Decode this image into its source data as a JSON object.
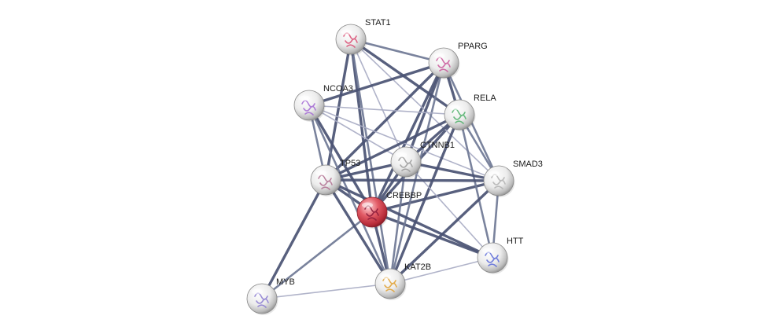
{
  "network": {
    "query_protein": "CREBBP",
    "colors": {
      "edge_strong": "#4a5273",
      "edge_medium": "#6f7895",
      "edge_weak": "#a9adc4",
      "query_node": "#d9434f",
      "node": "#e9e9e9",
      "label": "#1a1a1a"
    },
    "nodes": [
      {
        "id": "STAT1",
        "label": "STAT1",
        "query": false,
        "structure": "protein-structure-icon",
        "structure_color": "#d94d73"
      },
      {
        "id": "PPARG",
        "label": "PPARG",
        "query": false,
        "structure": "protein-structure-icon",
        "structure_color": "#c9579a"
      },
      {
        "id": "NCOA3",
        "label": "NCOA3",
        "query": false,
        "structure": "protein-structure-icon",
        "structure_color": "#a36ad4"
      },
      {
        "id": "RELA",
        "label": "RELA",
        "query": false,
        "structure": "protein-structure-icon",
        "structure_color": "#4fb06a"
      },
      {
        "id": "CTNNB1",
        "label": "CTNNB1",
        "query": false,
        "structure": "protein-structure-icon",
        "structure_color": "#9a9a9a"
      },
      {
        "id": "SMAD3",
        "label": "SMAD3",
        "query": false,
        "structure": "protein-structure-icon",
        "structure_color": "#b2b2b2"
      },
      {
        "id": "TP53",
        "label": "TP53",
        "query": false,
        "structure": "protein-structure-icon",
        "structure_color": "#b07090"
      },
      {
        "id": "CREBBP",
        "label": "CREBBP",
        "query": true,
        "structure": "protein-structure-icon",
        "structure_color": "#8a1a3a"
      },
      {
        "id": "HTT",
        "label": "HTT",
        "query": false,
        "structure": "protein-structure-icon",
        "structure_color": "#5a6ad8"
      },
      {
        "id": "KAT2B",
        "label": "KAT2B",
        "query": false,
        "structure": "protein-structure-icon",
        "structure_color": "#e0a030"
      },
      {
        "id": "MYB",
        "label": "MYB",
        "query": false,
        "structure": "protein-structure-icon",
        "structure_color": "#8a7ad0"
      }
    ],
    "edges": [
      {
        "source": "CREBBP",
        "target": "STAT1",
        "strength": "strong"
      },
      {
        "source": "CREBBP",
        "target": "PPARG",
        "strength": "strong"
      },
      {
        "source": "CREBBP",
        "target": "NCOA3",
        "strength": "strong"
      },
      {
        "source": "CREBBP",
        "target": "RELA",
        "strength": "strong"
      },
      {
        "source": "CREBBP",
        "target": "CTNNB1",
        "strength": "strong"
      },
      {
        "source": "CREBBP",
        "target": "SMAD3",
        "strength": "strong"
      },
      {
        "source": "CREBBP",
        "target": "TP53",
        "strength": "strong"
      },
      {
        "source": "CREBBP",
        "target": "HTT",
        "strength": "strong"
      },
      {
        "source": "CREBBP",
        "target": "KAT2B",
        "strength": "strong"
      },
      {
        "source": "CREBBP",
        "target": "MYB",
        "strength": "medium"
      },
      {
        "source": "STAT1",
        "target": "PPARG",
        "strength": "medium"
      },
      {
        "source": "STAT1",
        "target": "RELA",
        "strength": "strong"
      },
      {
        "source": "STAT1",
        "target": "TP53",
        "strength": "strong"
      },
      {
        "source": "STAT1",
        "target": "CTNNB1",
        "strength": "weak"
      },
      {
        "source": "STAT1",
        "target": "SMAD3",
        "strength": "weak"
      },
      {
        "source": "STAT1",
        "target": "KAT2B",
        "strength": "medium"
      },
      {
        "source": "PPARG",
        "target": "NCOA3",
        "strength": "strong"
      },
      {
        "source": "PPARG",
        "target": "RELA",
        "strength": "strong"
      },
      {
        "source": "PPARG",
        "target": "CTNNB1",
        "strength": "strong"
      },
      {
        "source": "PPARG",
        "target": "TP53",
        "strength": "strong"
      },
      {
        "source": "PPARG",
        "target": "SMAD3",
        "strength": "medium"
      },
      {
        "source": "PPARG",
        "target": "KAT2B",
        "strength": "medium"
      },
      {
        "source": "NCOA3",
        "target": "RELA",
        "strength": "weak"
      },
      {
        "source": "NCOA3",
        "target": "TP53",
        "strength": "medium"
      },
      {
        "source": "NCOA3",
        "target": "CTNNB1",
        "strength": "weak"
      },
      {
        "source": "NCOA3",
        "target": "KAT2B",
        "strength": "medium"
      },
      {
        "source": "NCOA3",
        "target": "SMAD3",
        "strength": "weak"
      },
      {
        "source": "RELA",
        "target": "TP53",
        "strength": "strong"
      },
      {
        "source": "RELA",
        "target": "CTNNB1",
        "strength": "strong"
      },
      {
        "source": "RELA",
        "target": "SMAD3",
        "strength": "medium"
      },
      {
        "source": "RELA",
        "target": "HTT",
        "strength": "medium"
      },
      {
        "source": "RELA",
        "target": "KAT2B",
        "strength": "strong"
      },
      {
        "source": "CTNNB1",
        "target": "TP53",
        "strength": "strong"
      },
      {
        "source": "CTNNB1",
        "target": "SMAD3",
        "strength": "strong"
      },
      {
        "source": "CTNNB1",
        "target": "KAT2B",
        "strength": "medium"
      },
      {
        "source": "CTNNB1",
        "target": "HTT",
        "strength": "weak"
      },
      {
        "source": "TP53",
        "target": "SMAD3",
        "strength": "strong"
      },
      {
        "source": "TP53",
        "target": "KAT2B",
        "strength": "strong"
      },
      {
        "source": "TP53",
        "target": "MYB",
        "strength": "strong"
      },
      {
        "source": "TP53",
        "target": "HTT",
        "strength": "strong"
      },
      {
        "source": "SMAD3",
        "target": "KAT2B",
        "strength": "strong"
      },
      {
        "source": "SMAD3",
        "target": "HTT",
        "strength": "medium"
      },
      {
        "source": "KAT2B",
        "target": "MYB",
        "strength": "weak"
      },
      {
        "source": "KAT2B",
        "target": "HTT",
        "strength": "weak"
      }
    ]
  }
}
